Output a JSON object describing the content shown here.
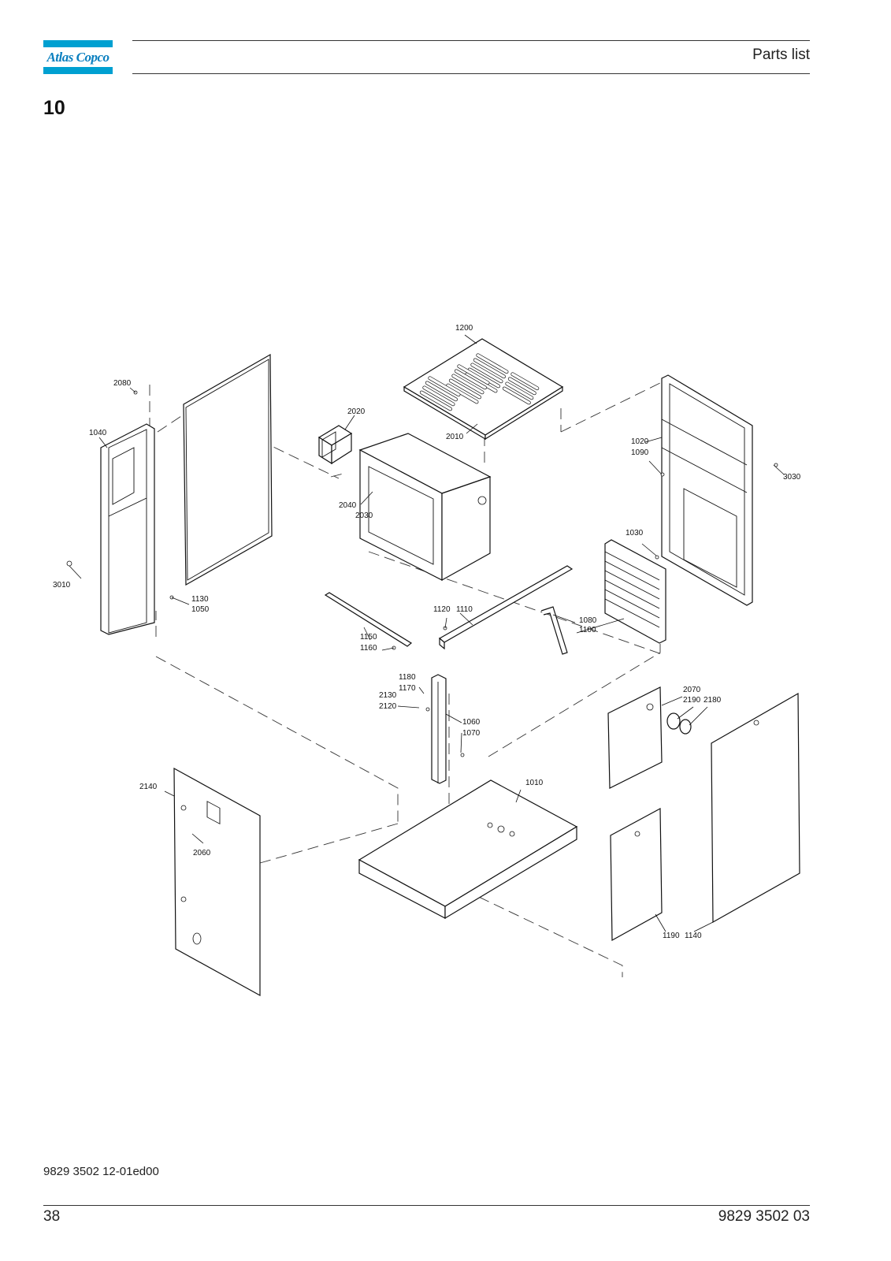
{
  "header": {
    "logo_text": "Atlas Copco",
    "title": "Parts list"
  },
  "section_number": "10",
  "diagram": {
    "labels": {
      "l1200": "1200",
      "l2080": "2080",
      "l2020": "2020",
      "l2010": "2010",
      "l1040": "1040",
      "l1020": "1020",
      "l1090": "1090",
      "l3030": "3030",
      "l2040": "2040",
      "l2030": "2030",
      "l1030": "1030",
      "l3010": "3010",
      "l1130": "1130",
      "l1050": "1050",
      "l1120": "1120",
      "l1110": "1110",
      "l1080": "1080",
      "l1100": "1100",
      "l1150": "1150",
      "l1160": "1160",
      "l1180": "1180",
      "l1170": "1170",
      "l2130": "2130",
      "l2120": "2120",
      "l2070": "2070",
      "l2190": "2190",
      "l2180": "2180",
      "l1060": "1060",
      "l1070": "1070",
      "l2140": "2140",
      "l1010": "1010",
      "l2060": "2060",
      "l1190": "1190",
      "l1140": "1140"
    }
  },
  "footer": {
    "doc_ref": "9829 3502 12-01ed00",
    "page_number": "38",
    "doc_number": "9829 3502 03"
  }
}
